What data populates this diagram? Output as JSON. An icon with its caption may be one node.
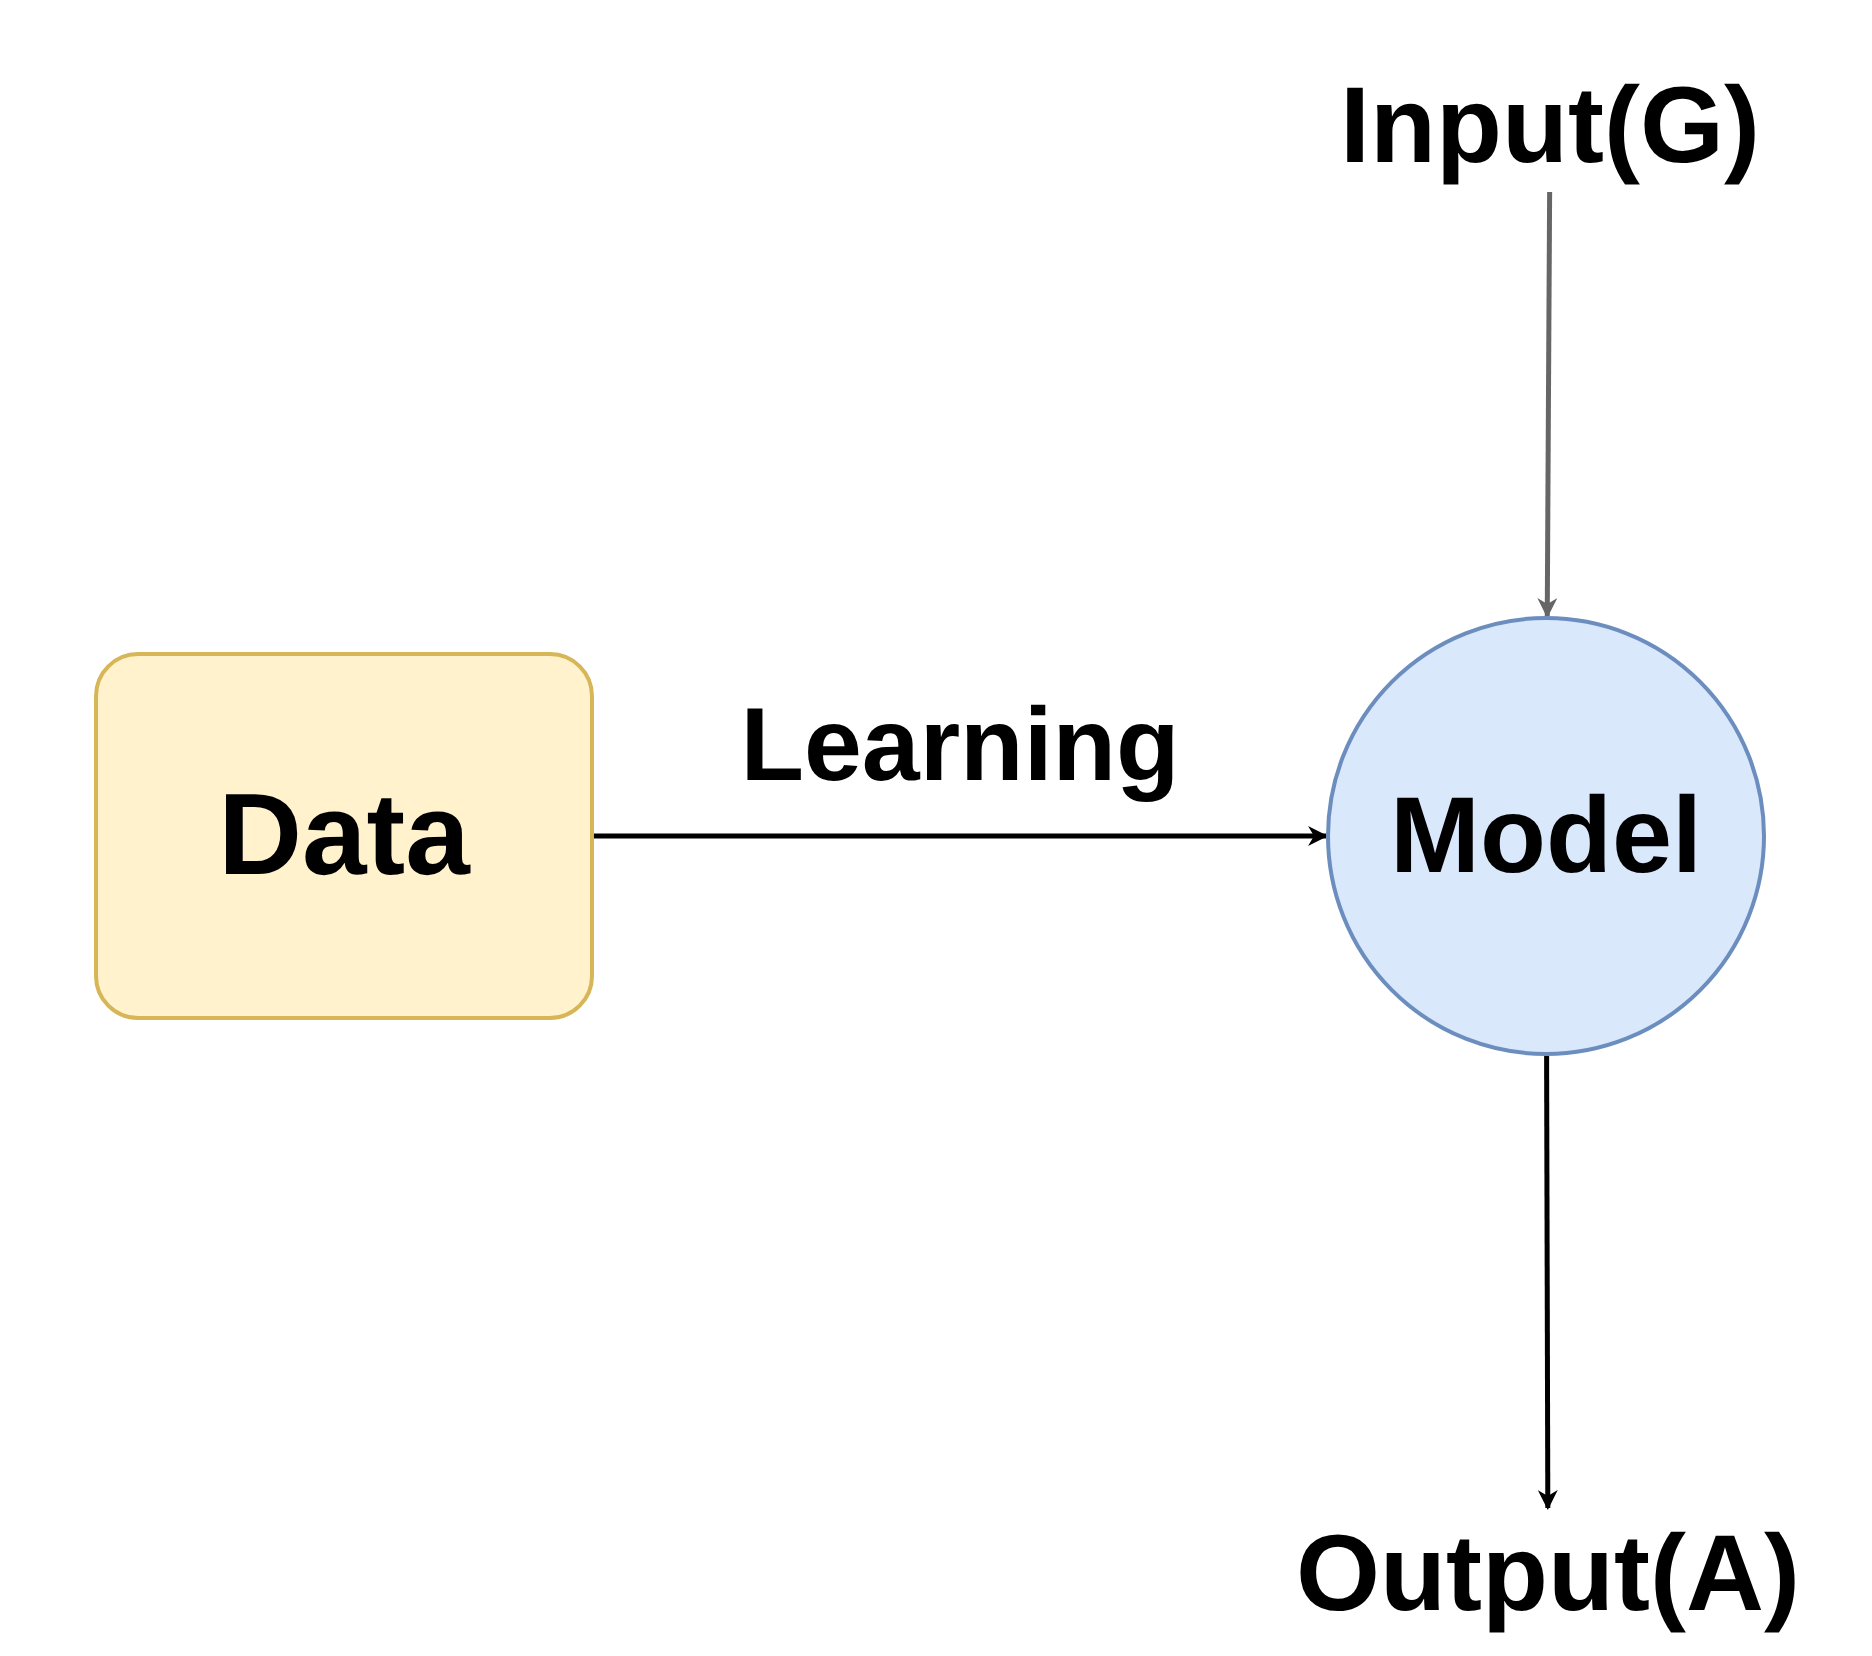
{
  "diagram": {
    "nodes": [
      {
        "text": [
          "Data"
        ]
      },
      {
        "text": [
          "Model"
        ]
      },
      {
        "text": [
          "Input(G)"
        ]
      },
      {
        "text": [
          "Output(A)"
        ]
      }
    ],
    "edges": [
      {
        "from": 0,
        "to": 1,
        "arrow": "to",
        "label": "Learning"
      },
      {
        "from": 2,
        "to": 1,
        "arrow": "to",
        "color": "#666666"
      },
      {
        "from": 1,
        "to": 3,
        "arrow": "to"
      }
    ]
  }
}
